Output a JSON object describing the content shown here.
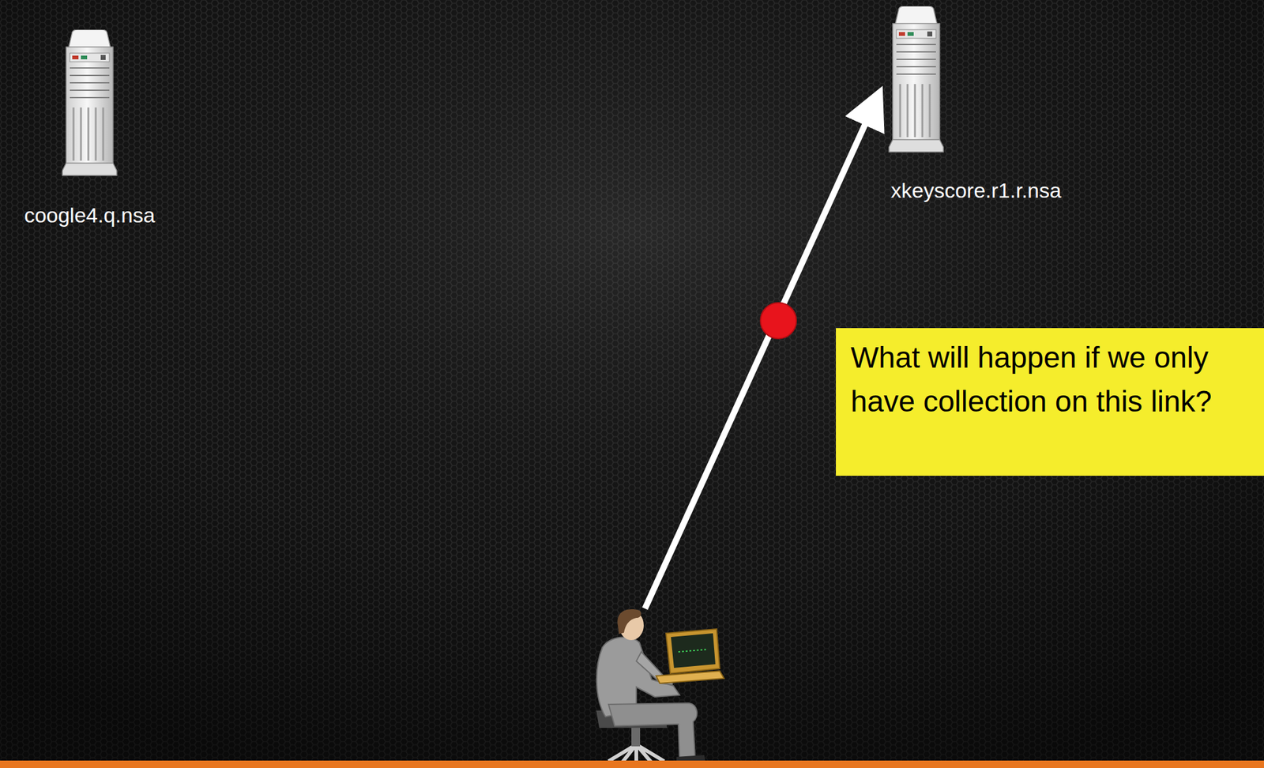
{
  "diagram": {
    "nodes": [
      {
        "text": [
          "coogle4.q.nsa"
        ]
      },
      {
        "text": [
          "xkeyscore.r1.r.nsa"
        ]
      },
      {
        "text": [
          "What will happen if we only have collection on this link?"
        ]
      }
    ]
  }
}
